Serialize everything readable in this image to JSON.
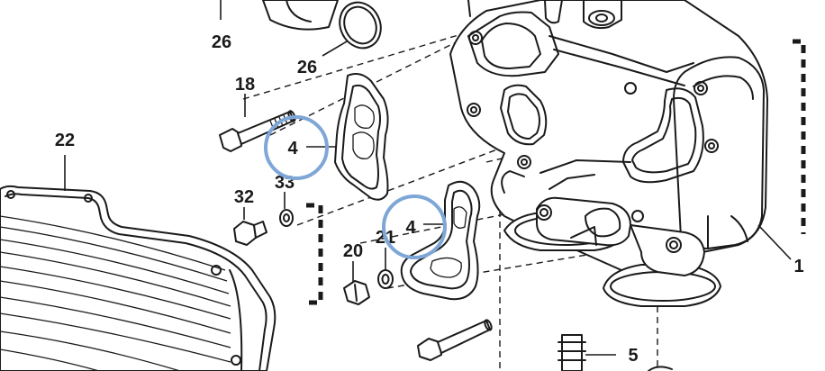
{
  "diagram": {
    "callouts": {
      "c26a": "26",
      "c26b": "26",
      "c18": "18",
      "c22": "22",
      "c4a": "4",
      "c4b": "4",
      "c32": "32",
      "c33": "33",
      "c20": "20",
      "c21": "21",
      "c1": "1",
      "c5": "5"
    },
    "highlight_color": "#7ea6d6",
    "line_color": "#1a1a1a"
  }
}
